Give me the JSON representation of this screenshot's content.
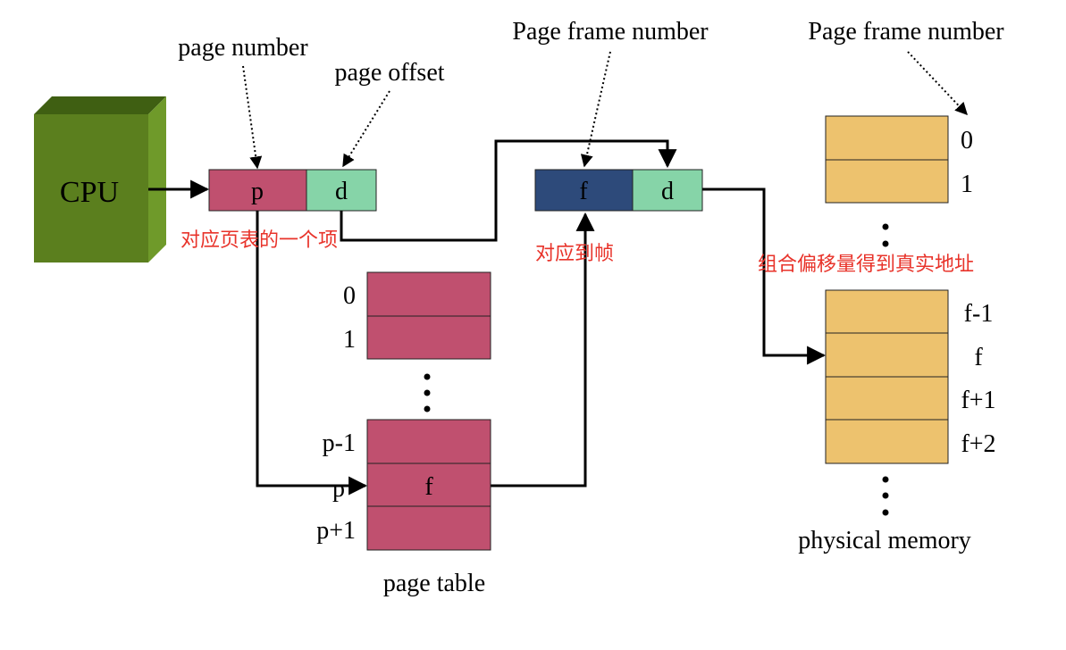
{
  "cpu": {
    "label": "CPU"
  },
  "logical_address": {
    "p_label": "p",
    "d_label": "d"
  },
  "physical_address": {
    "f_label": "f",
    "d_label": "d"
  },
  "labels": {
    "page_number": "page number",
    "page_offset": "page offset",
    "page_frame_number_1": "Page frame number",
    "page_frame_number_2": "Page frame number",
    "page_table": "page table",
    "physical_memory": "physical memory"
  },
  "annotations": {
    "page_table_entry": "对应页表的一个项",
    "map_to_frame": "对应到帧",
    "combine_offset": "组合偏移量得到真实地址"
  },
  "page_table": {
    "top_rows": [
      "0",
      "1"
    ],
    "bottom_rows": [
      "p-1",
      "p",
      "p+1"
    ],
    "entry_value": "f"
  },
  "physical_memory": {
    "top_rows": [
      "0",
      "1"
    ],
    "bottom_rows": [
      "f-1",
      "f",
      "f+1",
      "f+2"
    ]
  },
  "colors": {
    "cpu_front": "#5b7f1e",
    "cpu_top": "#3f5f12",
    "cpu_side": "#6f9a2a",
    "page_cell": "#c0506f",
    "offset_cell": "#86d4a8",
    "frame_cell": "#2d4a7a",
    "memory_cell": "#edc26e",
    "annotation_red": "#e8332a"
  }
}
